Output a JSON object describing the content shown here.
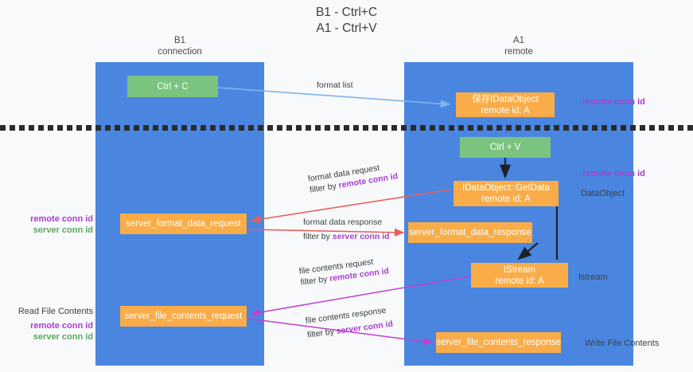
{
  "title": {
    "line1": "B1 - Ctrl+C",
    "line2": "A1 - Ctrl+V"
  },
  "lanes": [
    {
      "name": "B1",
      "sub": "connection",
      "color": "#4a86e0"
    },
    {
      "name": "A1",
      "sub": "remote",
      "color": "#4a86e0"
    }
  ],
  "colors": {
    "lane": "#4a86e0",
    "green_node": "#7ac47f",
    "orange_node": "#f9ac48",
    "purple_text": "#a83fd0",
    "green_text": "#5aa861",
    "arrow_blue": "#7fb4e8",
    "arrow_red": "#e8605d",
    "arrow_magenta": "#c040d0",
    "arrow_black": "#202124",
    "background": "#f8f9fa"
  },
  "nodes": {
    "ctrl_c": {
      "line1": "Ctrl + C",
      "line2": ""
    },
    "save_idataobject": {
      "line1": "保存IDataObject",
      "line2": "remote id: A"
    },
    "ctrl_v": {
      "line1": "Ctrl + V",
      "line2": ""
    },
    "getdata": {
      "line1": "IDataObject::GetData",
      "line2": "remote id: A"
    },
    "server_format_data_request": {
      "line1": "server_format_data_request",
      "line2": ""
    },
    "server_format_data_response": {
      "line1": "server_format_data_response",
      "line2": ""
    },
    "istream": {
      "line1": "IStream",
      "line2": "remote id: A"
    },
    "server_file_contents_request": {
      "line1": "server_file_contents_request",
      "line2": ""
    },
    "server_file_contents_response": {
      "line1": "server_file_contents_response",
      "line2": ""
    }
  },
  "edges": {
    "format_list": {
      "row1": "format list",
      "row2": "",
      "filter_prefix": "",
      "filter_key": ""
    },
    "format_data_request": {
      "row1": "format data request",
      "filter_prefix": "filter by ",
      "filter_key": "remote conn id"
    },
    "format_data_response": {
      "row1": "format data response",
      "filter_prefix": "filter by ",
      "filter_key": "server conn id"
    },
    "file_contents_request": {
      "row1": "file contents request",
      "filter_prefix": "filter by ",
      "filter_key": "remote conn id"
    },
    "file_contents_response": {
      "row1": "file contents response",
      "filter_prefix": "filter by ",
      "filter_key": "server conn id"
    }
  },
  "side_labels": {
    "remote_conn_id_top": "remote conn id",
    "remote_conn_id_mid": "remote conn id",
    "dataobject": "DataObject",
    "istream": "Istream",
    "write_file_contents": "Write File Contents",
    "left_remote_conn_id": "remote conn id",
    "left_server_conn_id": "server conn id",
    "read_file_contents": "Read File Contents",
    "left_remote_conn_id_2": "remote conn id",
    "left_server_conn_id_2": "server conn id"
  }
}
